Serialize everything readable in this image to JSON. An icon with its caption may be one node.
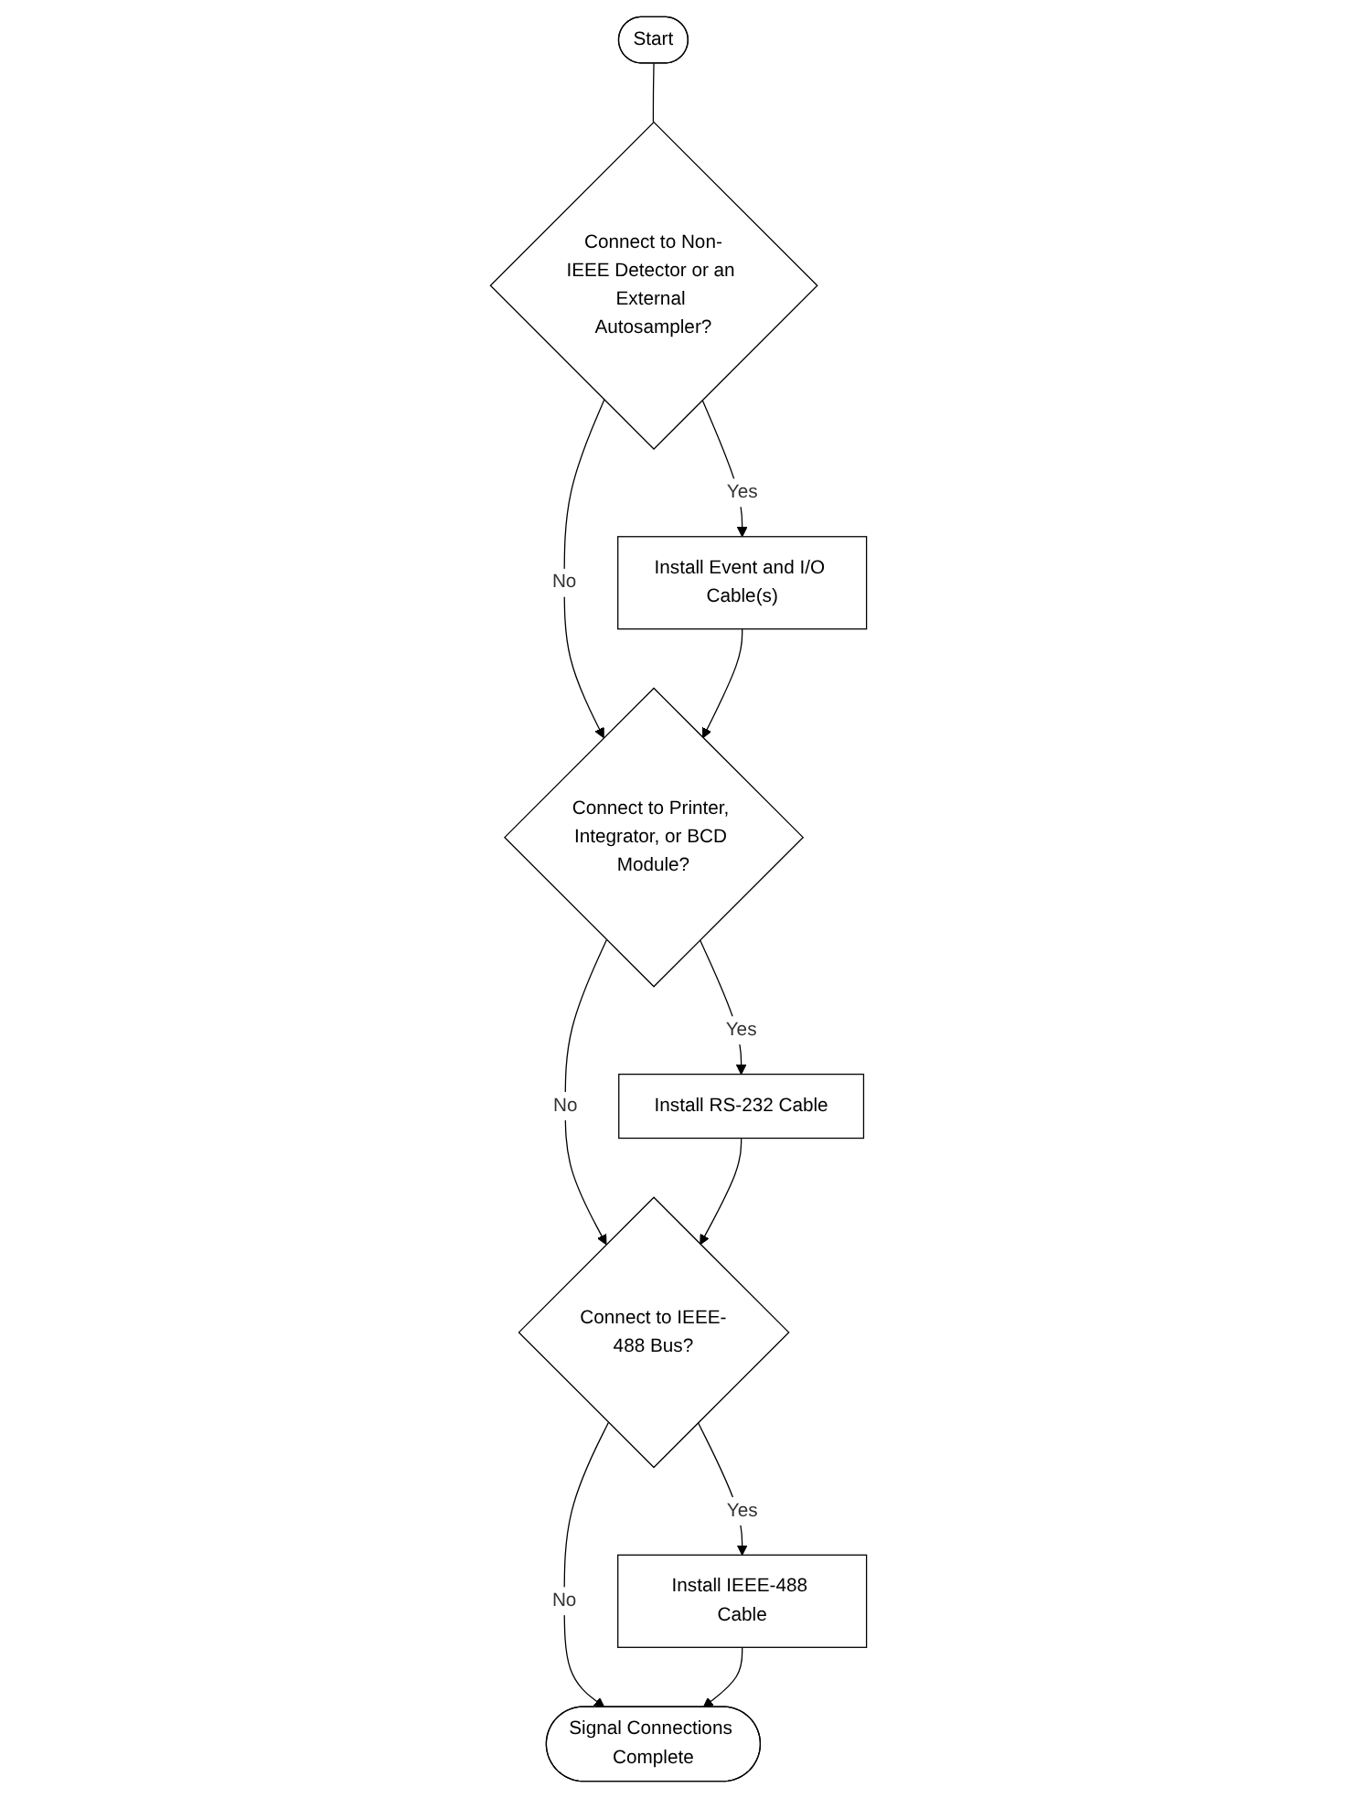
{
  "diagram": {
    "nodes": [
      {
        "text": [
          "Start"
        ]
      },
      {
        "text": [
          "Connect to Non-IEEE Detector or an External Autosampler?"
        ]
      },
      {
        "text": [
          "Install Event and I/O Cable(s)"
        ]
      },
      {
        "text": [
          "Connect to Printer, Integrator, or BCD Module?"
        ]
      },
      {
        "text": [
          "Install RS-232 Cable"
        ]
      },
      {
        "text": [
          "Connect to IEEE-488 Bus?"
        ]
      },
      {
        "text": [
          "Install IEEE-488 Cable"
        ]
      },
      {
        "text": [
          "Signal Connections Complete"
        ]
      }
    ],
    "edges": [
      {
        "from": 0,
        "to": 1,
        "arrow": "none"
      },
      {
        "from": 1,
        "to": 2,
        "arrow": "to",
        "label": "Yes"
      },
      {
        "from": 1,
        "to": 3,
        "arrow": "to",
        "label": "No"
      },
      {
        "from": 2,
        "to": 3,
        "arrow": "to"
      },
      {
        "from": 3,
        "to": 4,
        "arrow": "to",
        "label": "Yes"
      },
      {
        "from": 3,
        "to": 5,
        "arrow": "to",
        "label": "No"
      },
      {
        "from": 4,
        "to": 5,
        "arrow": "to"
      },
      {
        "from": 5,
        "to": 6,
        "arrow": "to",
        "label": "Yes"
      },
      {
        "from": 5,
        "to": 7,
        "arrow": "to",
        "label": "No"
      },
      {
        "from": 6,
        "to": 7,
        "arrow": "to"
      }
    ]
  }
}
